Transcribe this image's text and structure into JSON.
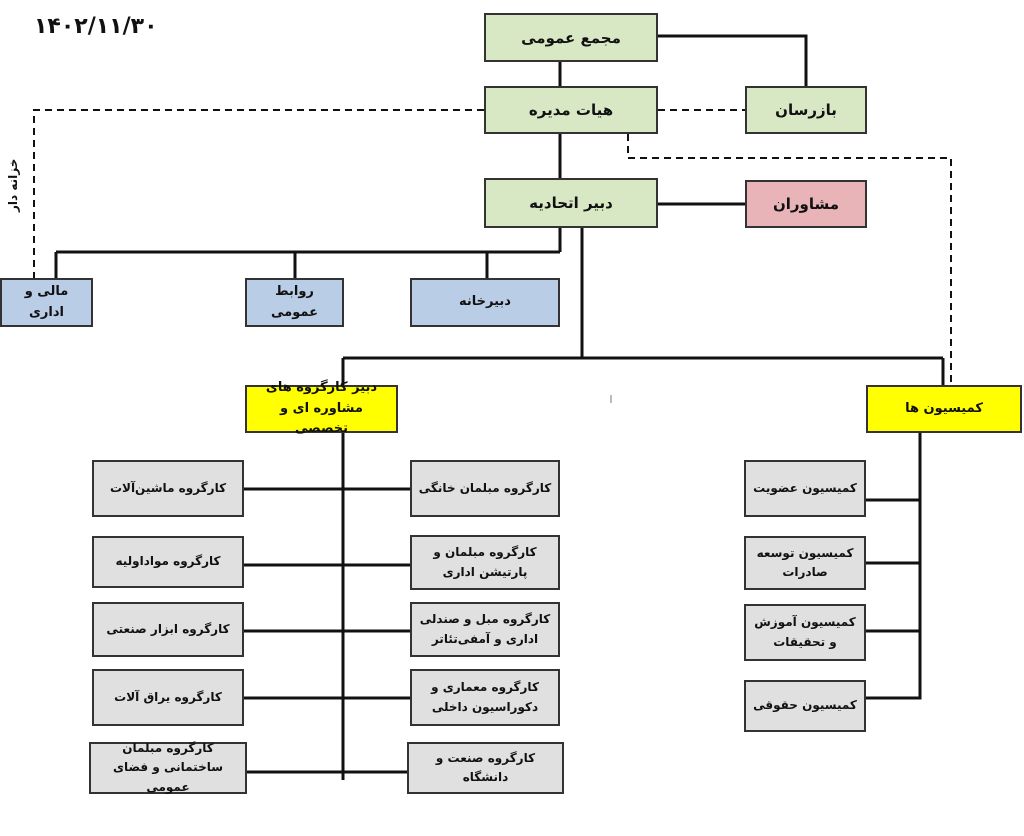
{
  "date": "۱۴۰۲/۱۱/۳۰",
  "treasurer_label": "خزانه دار",
  "boxes": {
    "general_assembly": "مجمع عمومی",
    "inspector": "بازرسان",
    "board": "هیات مدیره",
    "secretary": "دبیر اتحادیه",
    "advisors": "مشاوران",
    "finance": "مالی و اداری",
    "public_relations": "روابط عمومی",
    "secretariat": "دبیرخانه",
    "workgroups_secretary": "دبیر کارگروه های مشاوره ای و تخصصی",
    "commissions": "کمیسیون ها",
    "wg_home_furniture": "کارگروه مبلمان خانگی",
    "wg_office_furniture": "کارگروه مبلمان و پارتیشن اداری",
    "wg_office_chairs": "کارگروه مبل و صندلی اداری و آمفی‌تئاتر",
    "wg_architecture": "کارگروه معماری و دکوراسیون داخلی",
    "wg_industry_university": "کارگروه صنعت و دانشگاه",
    "wg_machinery": "کارگروه ماشین‌آلات",
    "wg_raw_materials": "کارگروه مواداولیه",
    "wg_industrial_tools": "کارگروه ابزار صنعتی",
    "wg_hardware": "کارگروه یراق آلات",
    "wg_public_space": "کارگروه مبلمان ساختمانی و فضای عمومی",
    "comm_membership": "کمیسیون عضویت",
    "comm_export": "کمیسیون توسعه صادرات",
    "comm_education": "کمیسیون آموزش و تحقیقات",
    "comm_legal": "کمیسیون حقوقی"
  },
  "colors": {
    "green": "#d9e8c4",
    "pink": "#e8b4b8",
    "blue": "#b9cde6",
    "yellow": "#ffff00",
    "gray": "#e0e0e0",
    "line": "#111111"
  }
}
